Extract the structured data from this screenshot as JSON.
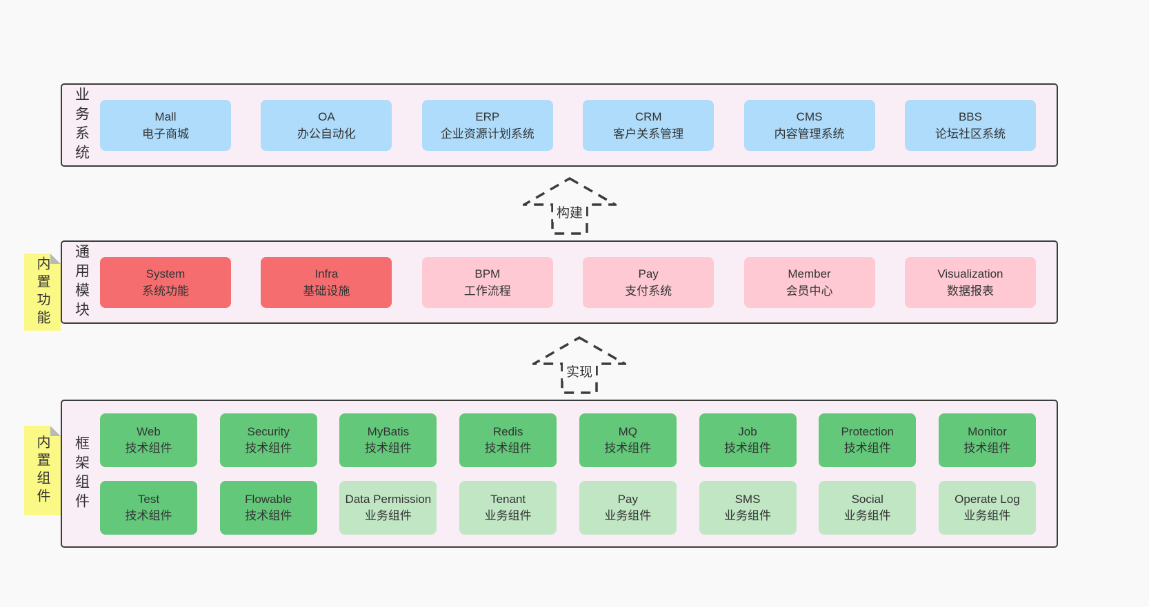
{
  "colors": {
    "page_bg": "#f9f9f9",
    "panel_bg": "#f9edf6",
    "panel_border": "#3c3c3c",
    "blue_box": "#aedcfa",
    "red_box": "#f66d6f",
    "pink_box": "#fec9d3",
    "green_box": "#63c87a",
    "light_green_box": "#c0e6c4",
    "sticky_note": "#fbf986",
    "text": "#333333"
  },
  "notes": [
    {
      "text": "内置功能"
    },
    {
      "text": "内置组件"
    }
  ],
  "arrows": [
    {
      "label": "构建"
    },
    {
      "label": "实现"
    }
  ],
  "layers": [
    {
      "label": "业务系统",
      "rows": [
        [
          {
            "en": "Mall",
            "zh": "电子商城"
          },
          {
            "en": "OA",
            "zh": "办公自动化"
          },
          {
            "en": "ERP",
            "zh": "企业资源计划系统"
          },
          {
            "en": "CRM",
            "zh": "客户关系管理"
          },
          {
            "en": "CMS",
            "zh": "内容管理系统"
          },
          {
            "en": "BBS",
            "zh": "论坛社区系统"
          }
        ]
      ]
    },
    {
      "label": "通用模块",
      "rows": [
        [
          {
            "en": "System",
            "zh": "系统功能"
          },
          {
            "en": "Infra",
            "zh": "基础设施"
          },
          {
            "en": "BPM",
            "zh": "工作流程"
          },
          {
            "en": "Pay",
            "zh": "支付系统"
          },
          {
            "en": "Member",
            "zh": "会员中心"
          },
          {
            "en": "Visualization",
            "zh": "数据报表"
          }
        ]
      ]
    },
    {
      "label": "框架组件",
      "rows": [
        [
          {
            "en": "Web",
            "zh": "技术组件"
          },
          {
            "en": "Security",
            "zh": "技术组件"
          },
          {
            "en": "MyBatis",
            "zh": "技术组件"
          },
          {
            "en": "Redis",
            "zh": "技术组件"
          },
          {
            "en": "MQ",
            "zh": "技术组件"
          },
          {
            "en": "Job",
            "zh": "技术组件"
          },
          {
            "en": "Protection",
            "zh": "技术组件"
          },
          {
            "en": "Monitor",
            "zh": "技术组件"
          }
        ],
        [
          {
            "en": "Test",
            "zh": "技术组件"
          },
          {
            "en": "Flowable",
            "zh": "技术组件"
          },
          {
            "en": "Data Permission",
            "zh": "业务组件"
          },
          {
            "en": "Tenant",
            "zh": "业务组件"
          },
          {
            "en": "Pay",
            "zh": "业务组件"
          },
          {
            "en": "SMS",
            "zh": "业务组件"
          },
          {
            "en": "Social",
            "zh": "业务组件"
          },
          {
            "en": "Operate Log",
            "zh": "业务组件"
          }
        ]
      ]
    }
  ]
}
